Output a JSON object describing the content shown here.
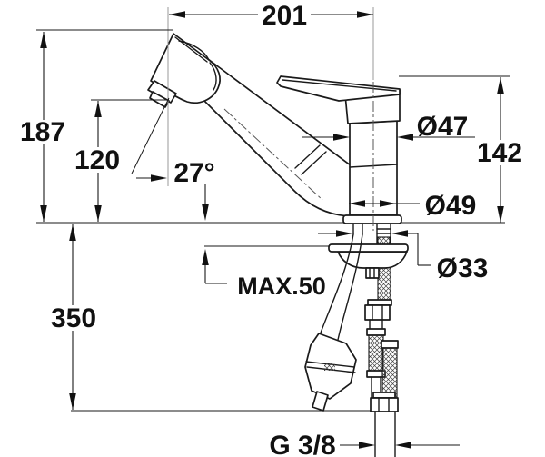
{
  "drawing": {
    "kind": "kitchen-faucet-installation-dimension-diagram",
    "background_color": "#ffffff",
    "line_color": "#1a1a1a"
  },
  "labels": {
    "spout_reach": "201",
    "height_to_spray_top": "187",
    "height_to_aerator": "120",
    "spray_head_angle": "27°",
    "body_diameter": "Ø47",
    "height_above_deck": "142",
    "base_diameter": "Ø49",
    "shank_diameter": "Ø33",
    "max_deck_thickness": "MAX.50",
    "under_deck_height": "350",
    "supply_thread": "G 3/8"
  }
}
